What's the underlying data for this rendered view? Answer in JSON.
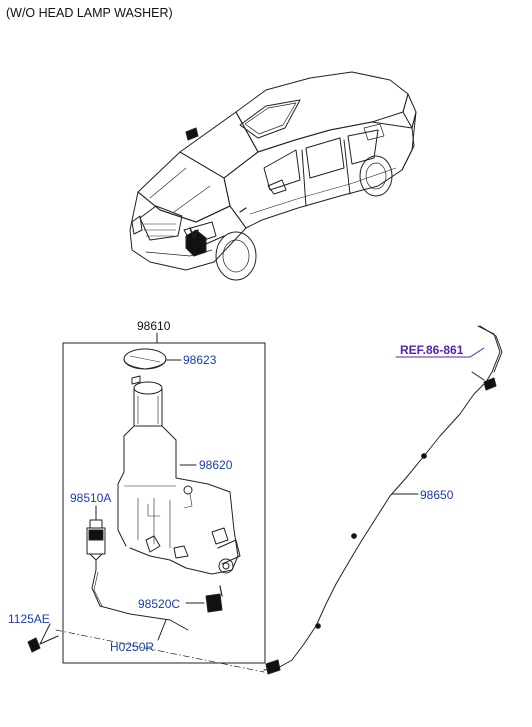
{
  "title": "(W/O HEAD LAMP WASHER)",
  "parts": {
    "p98610": "98610",
    "p98623": "98623",
    "p98620": "98620",
    "p98510A": "98510A",
    "p98520C": "98520C",
    "p1125AE": "1125AE",
    "pH0250R": "H0250R",
    "p98650": "98650"
  },
  "ref": "REF.86-861",
  "colors": {
    "part_label": "#1a3ea8",
    "ref_label": "#5b1fa8",
    "line": "#222222"
  }
}
